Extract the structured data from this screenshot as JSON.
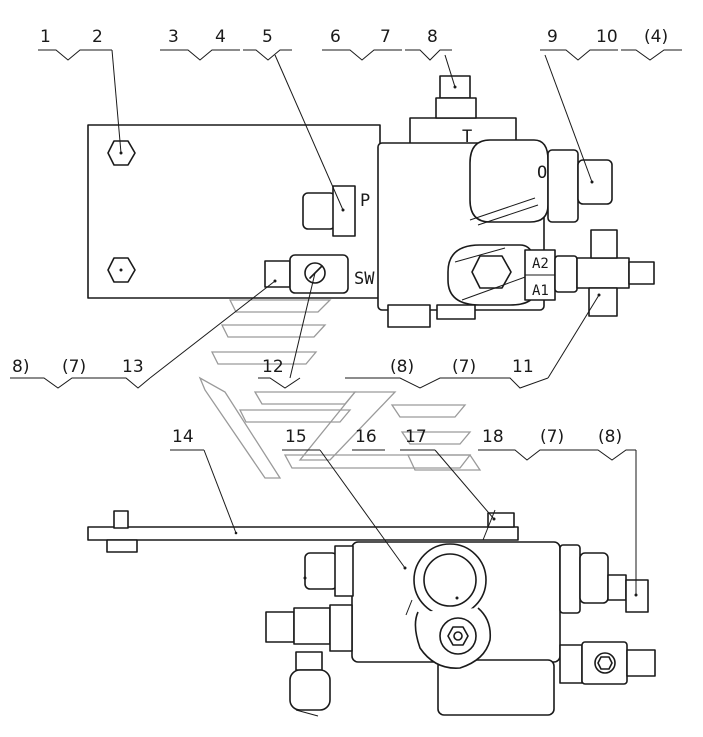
{
  "callouts_top": [
    "1",
    "2",
    "3",
    "4",
    "5",
    "6",
    "7",
    "8",
    "9",
    "10",
    "(4)"
  ],
  "callouts_mid": [
    "8)",
    "(7)",
    "13",
    "12",
    "(8)",
    "(7)",
    "11"
  ],
  "callouts_bottom": [
    "14",
    "15",
    "16",
    "17",
    "18",
    "(7)",
    "(8)"
  ],
  "port_labels": {
    "t": "T",
    "p": "P",
    "o": "O",
    "sw": "SW",
    "a2": "A2",
    "a1": "A1"
  }
}
